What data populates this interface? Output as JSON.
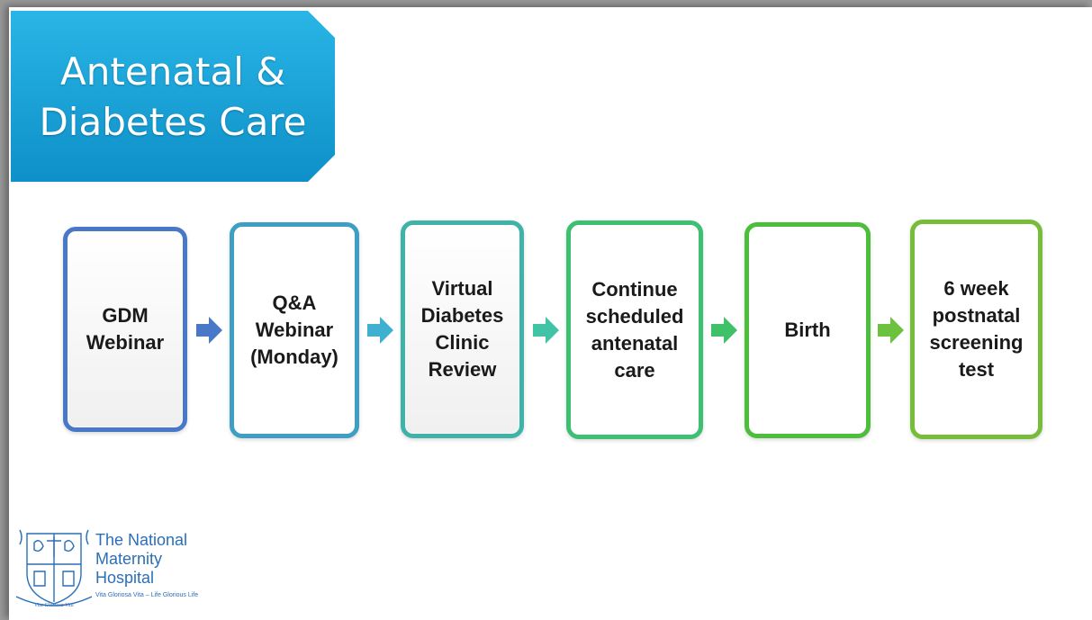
{
  "title": {
    "line1": "Antenatal &",
    "line2": "Diabetes Care",
    "color": "#1aa3d6"
  },
  "steps": [
    {
      "label": "GDM\nWebinar",
      "color": "#4a78c9"
    },
    {
      "label": "Q&A\nWebinar\n(Monday)",
      "color": "#3f9ec4"
    },
    {
      "label": "Virtual\nDiabetes\nClinic\nReview",
      "color": "#3fb3a8"
    },
    {
      "label": "Continue\nscheduled\nantenatal\ncare",
      "color": "#3fbf74"
    },
    {
      "label": "Birth",
      "color": "#4dbd3c"
    },
    {
      "label": "6 week\npostnatal\nscreening\ntest",
      "color": "#77bd3a"
    }
  ],
  "arrows": [
    {
      "color": "#4a78c9"
    },
    {
      "color": "#3fb0cf"
    },
    {
      "color": "#40c4a5"
    },
    {
      "color": "#3fc16a"
    },
    {
      "color": "#6cc23d"
    }
  ],
  "logo": {
    "line1": "The National",
    "line2": "Maternity",
    "line3": "Hospital",
    "motto": "Vita Gloriosa Vita – Life Glorious Life",
    "seal_text": "Vita Gloriosa Vita",
    "color": "#2a6fb8"
  }
}
